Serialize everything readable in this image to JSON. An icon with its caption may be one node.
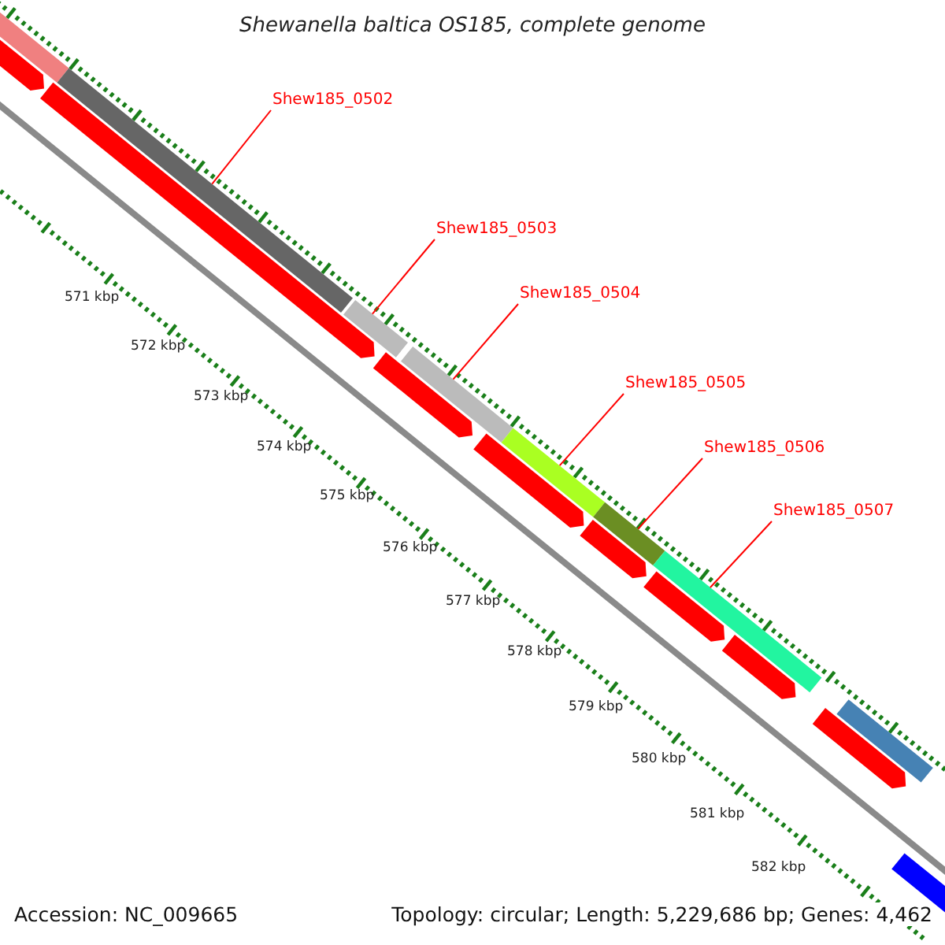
{
  "diagram": {
    "title": "Shewanella baltica OS185, complete genome",
    "nodes": [
      {
        "text": [
          "Shew185_0502"
        ]
      },
      {
        "text": [
          "Shew185_0503"
        ]
      },
      {
        "text": [
          "Shew185_0504"
        ]
      },
      {
        "text": [
          "Shew185_0505"
        ]
      },
      {
        "text": [
          "Shew185_0506"
        ]
      },
      {
        "text": [
          "Shew185_0507"
        ]
      },
      {
        "text": [],
        "shape": "bar"
      },
      {
        "text": [],
        "shape": "bar"
      },
      {
        "text": [],
        "shape": "bar"
      },
      {
        "text": [],
        "shape": "bar"
      },
      {
        "text": [],
        "shape": "bar"
      },
      {
        "text": [],
        "shape": "bar"
      }
    ],
    "edges": [
      {
        "from": 0,
        "to": 6,
        "arrow": "none"
      },
      {
        "from": 1,
        "to": 7,
        "arrow": "none"
      },
      {
        "from": 2,
        "to": 8,
        "arrow": "none"
      },
      {
        "from": 3,
        "to": 9,
        "arrow": "none"
      },
      {
        "from": 4,
        "to": 10,
        "arrow": "none"
      },
      {
        "from": 5,
        "to": 11,
        "arrow": "none"
      }
    ],
    "labels": [
      "571 kbp",
      "572 kbp",
      "573 kbp",
      "574 kbp",
      "575 kbp",
      "576 kbp",
      "577 kbp",
      "578 kbp",
      "579 kbp",
      "580 kbp",
      "581 kbp",
      "582 kbp",
      "Accession: NC_009665",
      "Topology: circular; Length: 5,229,686 bp; Genes: 4,462"
    ]
  }
}
